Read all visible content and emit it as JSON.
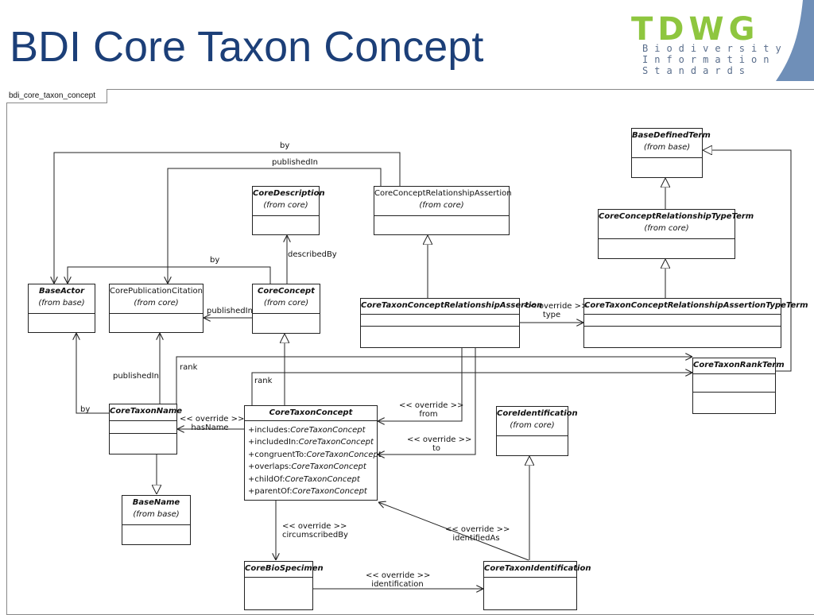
{
  "slide": {
    "title": "BDI Core Taxon Concept"
  },
  "logo": {
    "word": "TDWG",
    "line1": "Biodiversity",
    "line2": "Information",
    "line3": "Standards"
  },
  "frame": {
    "tab": "bdi_core_taxon_concept"
  },
  "colors": {
    "title": "#1c3f78",
    "logo_green": "#8ec63f",
    "logo_sub": "#5a6e8c",
    "corner_band": "#6f8fb8"
  },
  "classes": {
    "base_defined_term": {
      "name": "BaseDefinedTerm",
      "stereo": "(from base)"
    },
    "core_concept_rel_assertion": {
      "name": "CoreConceptRelationshipAssertion",
      "stereo": "(from core)"
    },
    "core_description": {
      "name": "CoreDescription",
      "stereo": "(from core)"
    },
    "core_concept_rel_type_term": {
      "name": "CoreConceptRelationshipTypeTerm",
      "stereo": "(from core)"
    },
    "base_actor": {
      "name": "BaseActor",
      "stereo": "(from base)"
    },
    "core_publication_citation": {
      "name": "CorePublicationCitation",
      "stereo": "(from core)"
    },
    "core_concept": {
      "name": "CoreConcept",
      "stereo": "(from core)"
    },
    "core_taxon_concept_rel_assertion": {
      "name": "CoreTaxonConceptRelationshipAssertion"
    },
    "core_taxon_concept_rel_assertion_type_term": {
      "name": "CoreTaxonConceptRelationshipAssertionTypeTerm"
    },
    "core_taxon_rank_term": {
      "name": "CoreTaxonRankTerm"
    },
    "core_taxon_name": {
      "name": "CoreTaxonName"
    },
    "core_taxon_concept": {
      "name": "CoreTaxonConcept",
      "attributes": [
        {
          "name": "+includes:",
          "type": "CoreTaxonConcept"
        },
        {
          "name": "+includedIn:",
          "type": "CoreTaxonConcept"
        },
        {
          "name": "+congruentTo:",
          "type": "CoreTaxonConcept"
        },
        {
          "name": "+overlaps:",
          "type": "CoreTaxonConcept"
        },
        {
          "name": "+childOf:",
          "type": "CoreTaxonConcept"
        },
        {
          "name": "+parentOf:",
          "type": "CoreTaxonConcept"
        }
      ]
    },
    "core_identification": {
      "name": "CoreIdentification",
      "stereo": "(from core)"
    },
    "base_name": {
      "name": "BaseName",
      "stereo": "(from base)"
    },
    "core_bio_specimen": {
      "name": "CoreBioSpecimen"
    },
    "core_taxon_identification": {
      "name": "CoreTaxonIdentification"
    }
  },
  "labels": {
    "by_top": "by",
    "published_in_top": "publishedIn",
    "described_by": "describedBy",
    "by_mid": "by",
    "published_in_mid": "publishedIn",
    "override_type_1": "<< override >>",
    "override_type_2": "type",
    "rank_top": "rank",
    "rank_mid": "rank",
    "published_in_low": "publishedIn",
    "by_low": "by",
    "override_hasname_1": "<< override >>",
    "override_hasname_2": "hasName",
    "override_from_1": "<< override >>",
    "override_from_2": "from",
    "override_to_1": "<< override >>",
    "override_to_2": "to",
    "override_circ_1": "<< override >>",
    "override_circ_2": "circumscribedBy",
    "override_ident_as_1": "<< override >>",
    "override_ident_as_2": "identifiedAs",
    "override_identification_1": "<< override >>",
    "override_identification_2": "identification"
  }
}
